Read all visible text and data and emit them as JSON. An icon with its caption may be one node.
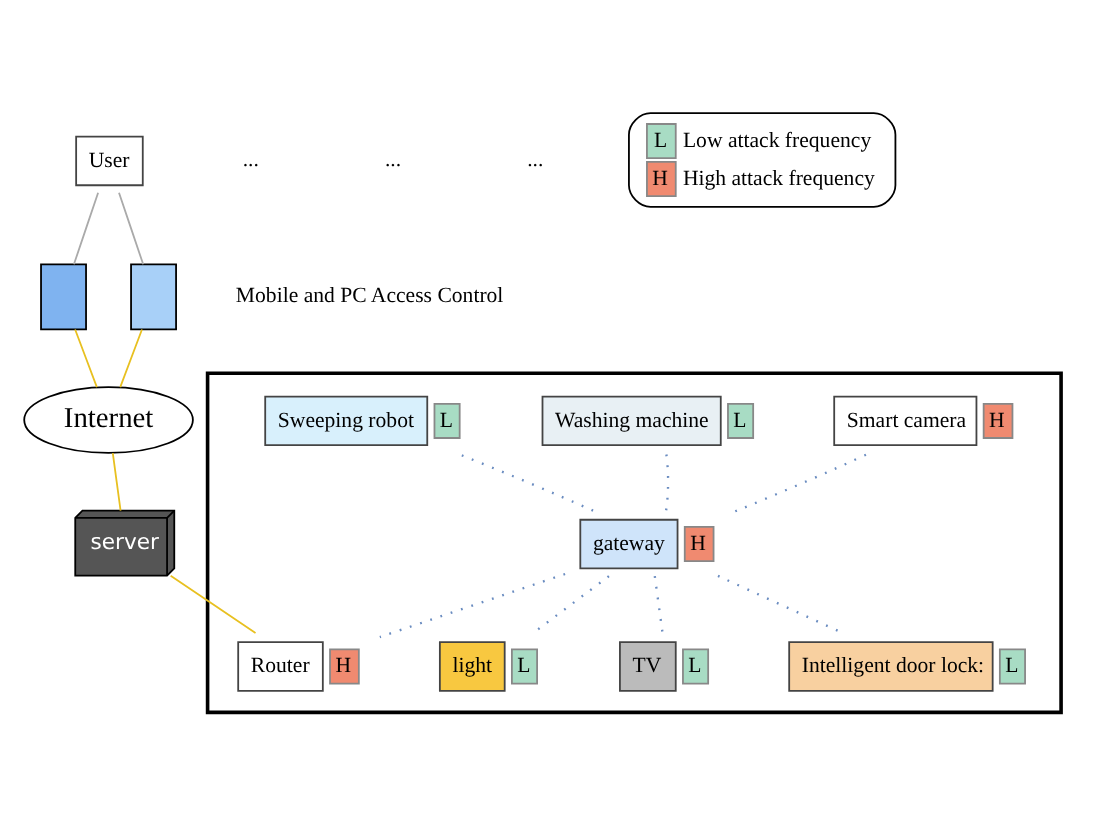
{
  "diagram": {
    "nodes": [
      {
        "text": [
          "User"
        ]
      },
      {
        "text": [],
        "shape": "box"
      },
      {
        "text": [],
        "shape": "box"
      },
      {
        "text": [
          "Internet"
        ]
      },
      {
        "text": [
          "server"
        ]
      },
      {
        "text": [],
        "shape": "box"
      },
      {
        "text": [
          "Router"
        ],
        "in": 5,
        "beside": [
          "H"
        ]
      },
      {
        "text": [
          "gateway"
        ],
        "in": 5,
        "beside": [
          "H"
        ]
      },
      {
        "text": [
          "Smart camera"
        ],
        "in": 5,
        "beside": [
          "H"
        ]
      },
      {
        "text": [
          "Washing machine"
        ],
        "in": 5,
        "beside": [
          "L"
        ]
      },
      {
        "text": [
          "Sweeping robot"
        ],
        "in": 5,
        "beside": [
          "L"
        ]
      },
      {
        "text": [
          "light"
        ],
        "in": 5,
        "beside": [
          "L"
        ]
      },
      {
        "text": [
          "TV"
        ],
        "in": 5,
        "beside": [
          "L"
        ]
      },
      {
        "text": [
          "Intelligent door lock:"
        ],
        "in": 5,
        "beside": [
          "L"
        ]
      }
    ],
    "edges": [
      {
        "from": 0,
        "to": 1,
        "arrow": "none",
        "color": "#aaaaaa"
      },
      {
        "from": 0,
        "to": 2,
        "arrow": "none",
        "color": "#aaaaaa"
      },
      {
        "from": 1,
        "to": 3,
        "arrow": "none",
        "color": "#e8c020"
      },
      {
        "from": 2,
        "to": 3,
        "arrow": "none",
        "color": "#e8c020"
      },
      {
        "from": 3,
        "to": 4,
        "arrow": "none",
        "color": "#e8c020"
      },
      {
        "from": 4,
        "to": 6,
        "arrow": "none",
        "color": "#e8c020"
      },
      {
        "from": 7,
        "to": 8,
        "arrow": "none",
        "style": "dashed",
        "color": "#6a8cc0"
      },
      {
        "from": 7,
        "to": 9,
        "arrow": "none",
        "style": "dashed",
        "color": "#6a8cc0"
      },
      {
        "from": 7,
        "to": 10,
        "arrow": "none",
        "style": "dashed",
        "color": "#6a8cc0"
      },
      {
        "from": 7,
        "to": 11,
        "arrow": "none",
        "style": "dashed",
        "color": "#6a8cc0"
      },
      {
        "from": 7,
        "to": 12,
        "arrow": "none",
        "style": "dashed",
        "color": "#6a8cc0"
      },
      {
        "from": 7,
        "to": 13,
        "arrow": "none",
        "style": "dashed",
        "color": "#6a8cc0"
      },
      {
        "from": 7,
        "to": 6,
        "arrow": "none",
        "style": "dashed",
        "color": "#6a8cc0"
      }
    ],
    "labels": [
      "Mobile and PC Access Control",
      "...",
      "...",
      "...",
      "L",
      "H"
    ],
    "legend": [
      {
        "text": "Low attack frequency",
        "color": "#a8dcc4"
      },
      {
        "text": "High attack frequency",
        "color": "#f08a70"
      }
    ]
  }
}
